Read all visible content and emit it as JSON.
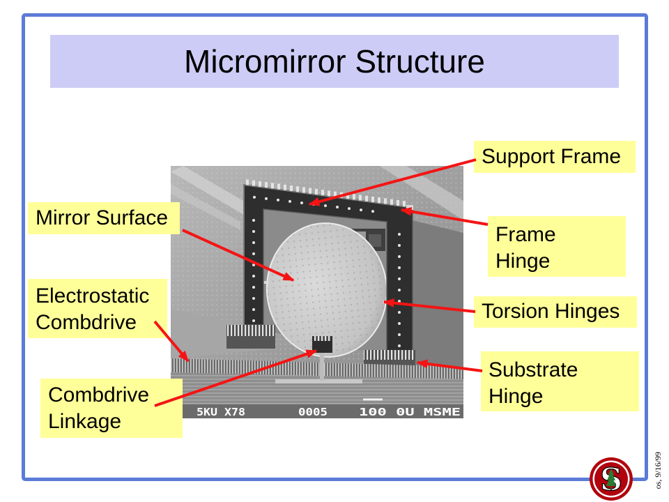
{
  "slide": {
    "title": "Micromirror Structure",
    "footer_note": "os, 9/16/99"
  },
  "labels": {
    "support_frame": {
      "lines": [
        "Support Frame"
      ]
    },
    "mirror_surface": {
      "lines": [
        "Mirror Surface"
      ]
    },
    "frame_hinge": {
      "lines": [
        "Frame",
        "Hinge"
      ]
    },
    "electrostatic_combdrive": {
      "lines": [
        "Electrostatic",
        "Combdrive"
      ]
    },
    "torsion_hinges": {
      "lines": [
        "Torsion Hinges"
      ]
    },
    "substrate_hinge": {
      "lines": [
        "Substrate",
        "Hinge"
      ]
    },
    "combdrive_linkage": {
      "lines": [
        "Combdrive",
        "Linkage"
      ]
    }
  },
  "micrograph": {
    "info_bar": {
      "left": "5KU X78",
      "middle": "0005",
      "right": "100 0U MSME"
    }
  },
  "logo": {
    "icon": "stanford-logo",
    "letter": "S"
  },
  "colors": {
    "border": "#5b7bd6",
    "title_bg": "#ccccf6",
    "label_bg": "#ffff99",
    "arrow": "#f41414",
    "logo_red": "#b1040e",
    "logo_tree": "#2a7a34"
  }
}
